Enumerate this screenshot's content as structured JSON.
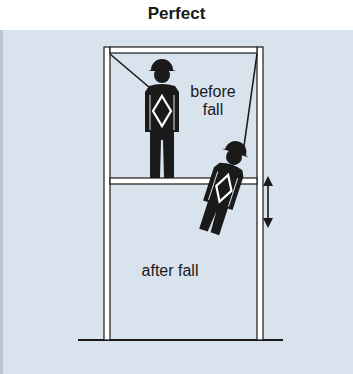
{
  "diagram": {
    "title": "Perfect",
    "labels": [
      "before fall",
      "after fall"
    ]
  }
}
